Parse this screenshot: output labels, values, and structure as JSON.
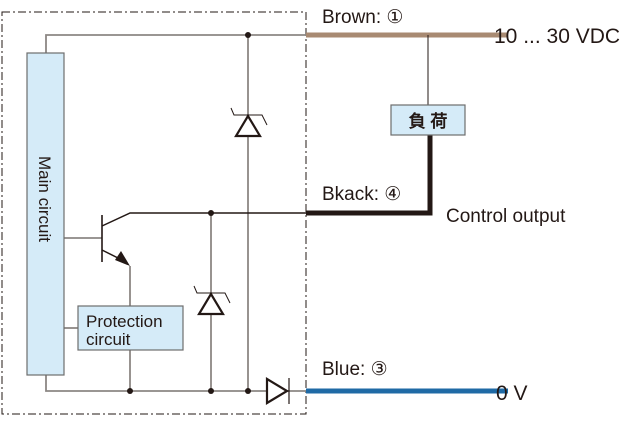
{
  "diagram": {
    "type": "npn-sensor-output-circuit",
    "main_circuit_label": "Main circuit",
    "protection_label_line1": "Protection",
    "protection_label_line2": "circuit",
    "load_label": "負 荷",
    "wires": [
      {
        "id": "brown",
        "label": "Brown: ①",
        "terminal": "10 ... 30 VDC",
        "color": "#a88a72"
      },
      {
        "id": "black",
        "label": "Bkack: ④",
        "terminal": "Control output",
        "color": "#231815"
      },
      {
        "id": "blue",
        "label": "Blue: ③",
        "terminal": "0 V",
        "color": "#1f6aa5"
      }
    ],
    "colors": {
      "box_fill": "#d5ebf8",
      "box_stroke": "#6d6d6d",
      "internal_wire": "#8c8784",
      "symbol": "#231815",
      "dashed_border": "#231815"
    }
  }
}
